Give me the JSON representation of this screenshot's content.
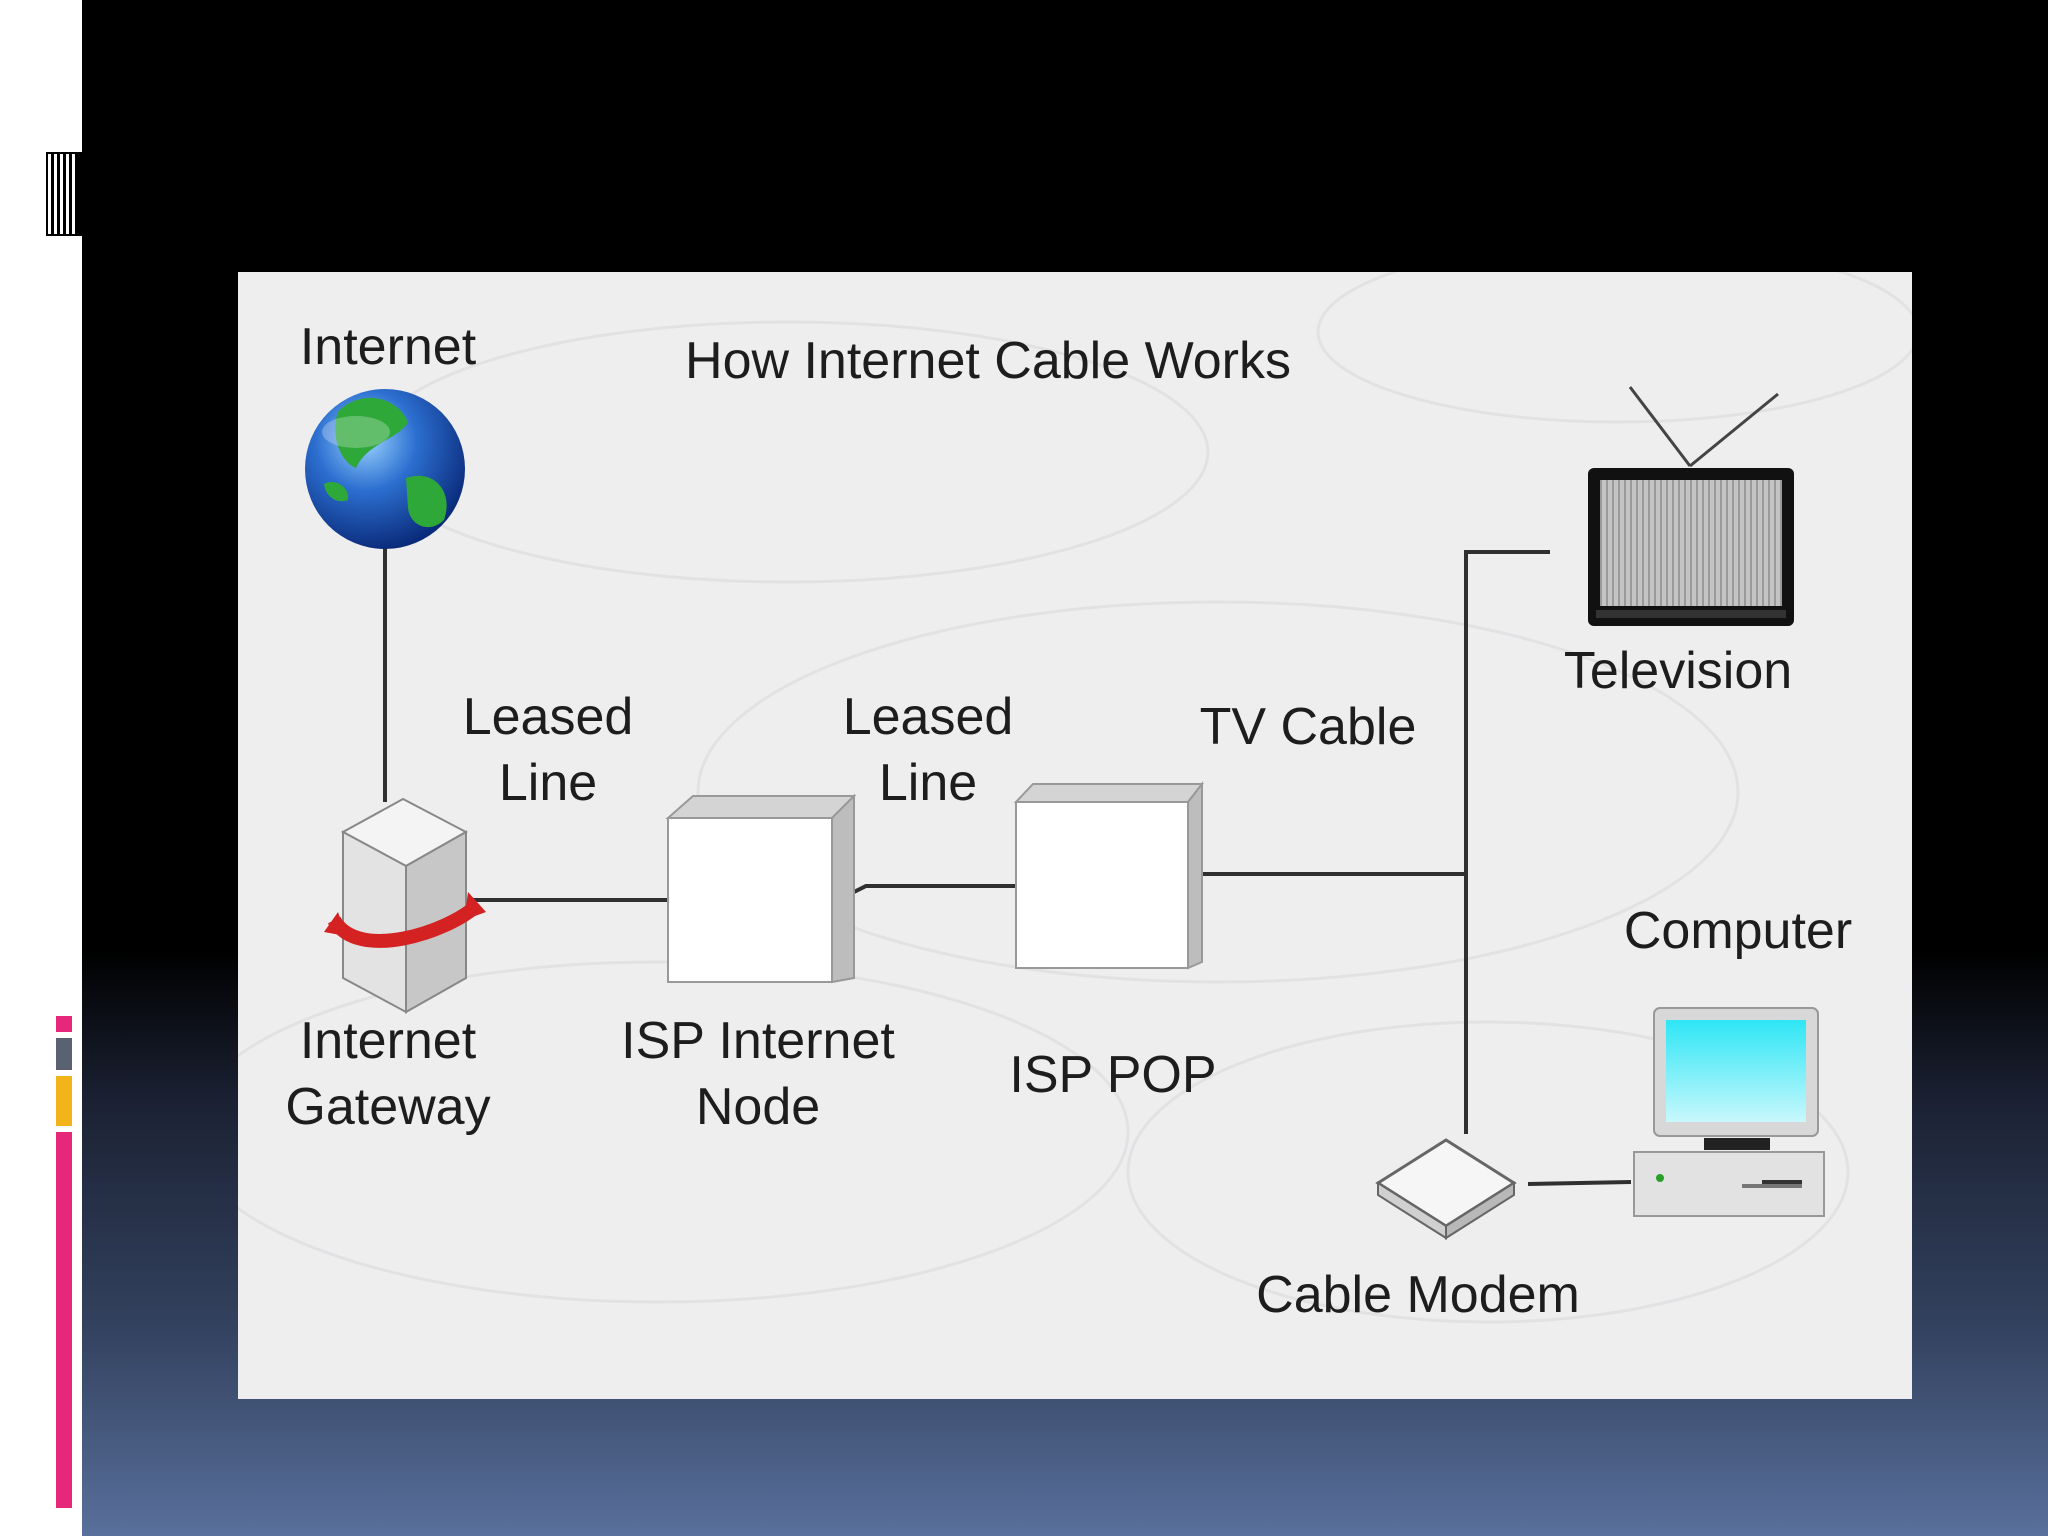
{
  "diagram": {
    "title": "How Internet Cable Works",
    "nodes": [
      {
        "id": "internet",
        "label": "Internet",
        "icon": "globe-icon"
      },
      {
        "id": "gateway",
        "label": "Internet\nGateway",
        "icon": "server-icon"
      },
      {
        "id": "isp_node",
        "label": "ISP Internet\nNode",
        "icon": "box-icon"
      },
      {
        "id": "isp_pop",
        "label": "ISP POP",
        "icon": "box-icon"
      },
      {
        "id": "television",
        "label": "Television",
        "icon": "television-icon"
      },
      {
        "id": "computer",
        "label": "Computer",
        "icon": "computer-icon"
      },
      {
        "id": "cable_modem",
        "label": "Cable Modem",
        "icon": "modem-icon"
      }
    ],
    "edges": [
      {
        "from": "internet",
        "to": "gateway",
        "label": ""
      },
      {
        "from": "gateway",
        "to": "isp_node",
        "label": "Leased\nLine"
      },
      {
        "from": "isp_node",
        "to": "isp_pop",
        "label": "Leased\nLine"
      },
      {
        "from": "isp_pop",
        "to": "television",
        "label": "TV Cable"
      },
      {
        "from": "isp_pop",
        "to": "cable_modem",
        "label": ""
      },
      {
        "from": "cable_modem",
        "to": "computer",
        "label": ""
      }
    ]
  },
  "colors": {
    "figure_background": "#eeeeef",
    "line": "#303030",
    "accent_pink": "#e6287a",
    "accent_gray": "#5a6170",
    "accent_yellow": "#f2b41a"
  }
}
